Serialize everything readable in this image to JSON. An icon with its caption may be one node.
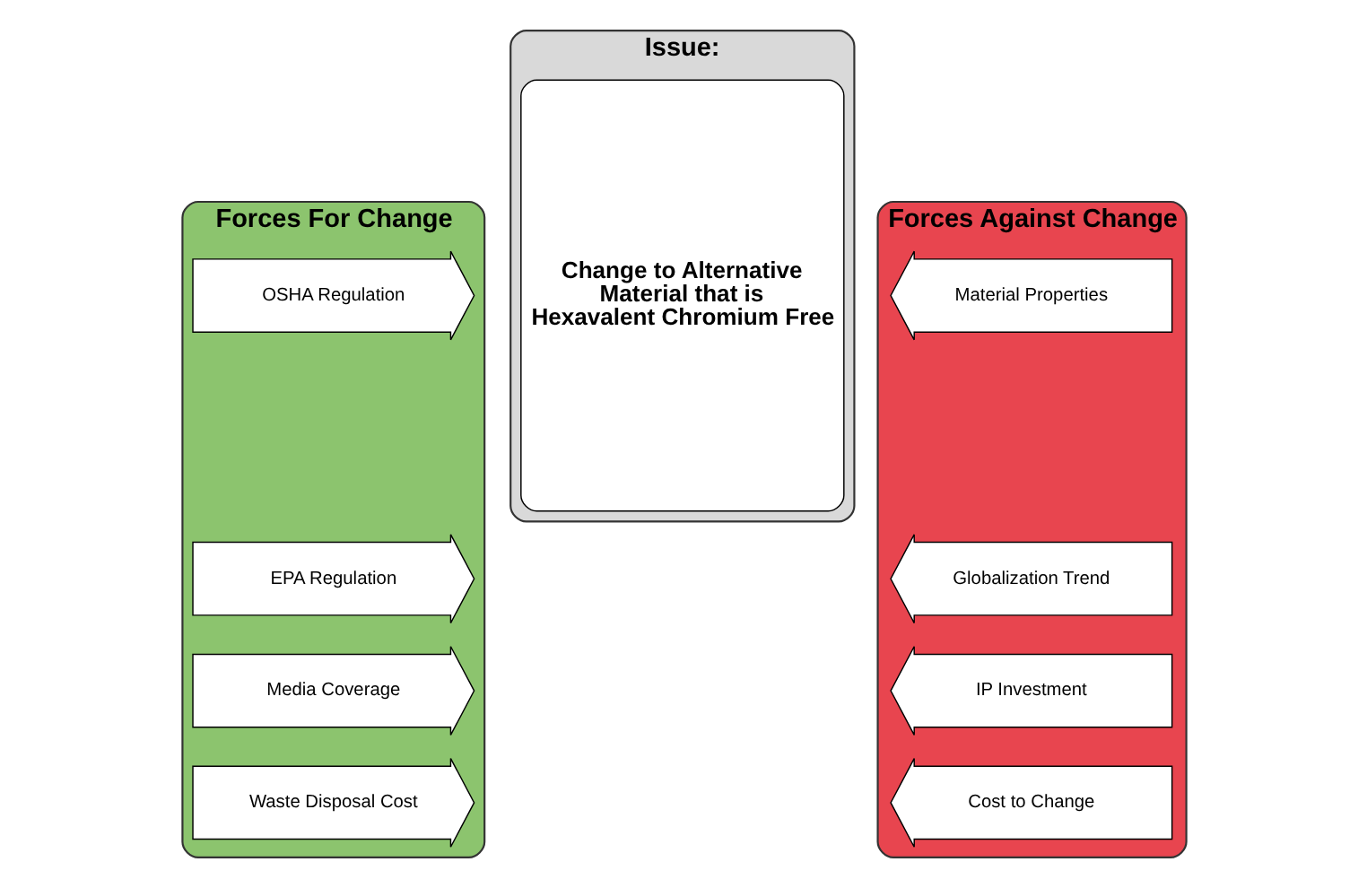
{
  "diagram": {
    "nodes": [
      {
        "text": [
          "Forces For Change"
        ]
      },
      {
        "text": [
          "OSHA Regulation"
        ],
        "in": 0
      },
      {
        "text": [
          "EPA Regulation"
        ],
        "in": 0
      },
      {
        "text": [
          "Media Coverage"
        ],
        "in": 0
      },
      {
        "text": [
          "Waste Disposal Cost"
        ],
        "in": 0
      },
      {
        "text": [
          "Issue:"
        ]
      },
      {
        "text": [
          "Change to Alternative Material that is Hexavalent Chromium Free"
        ],
        "in": 5
      },
      {
        "text": [
          "Forces Against Change"
        ]
      },
      {
        "text": [
          "Material Properties"
        ],
        "in": 7
      },
      {
        "text": [
          "Globalization Trend"
        ],
        "in": 7
      },
      {
        "text": [
          "IP Investment"
        ],
        "in": 7
      },
      {
        "text": [
          "Cost to Change"
        ],
        "in": 7
      }
    ]
  }
}
